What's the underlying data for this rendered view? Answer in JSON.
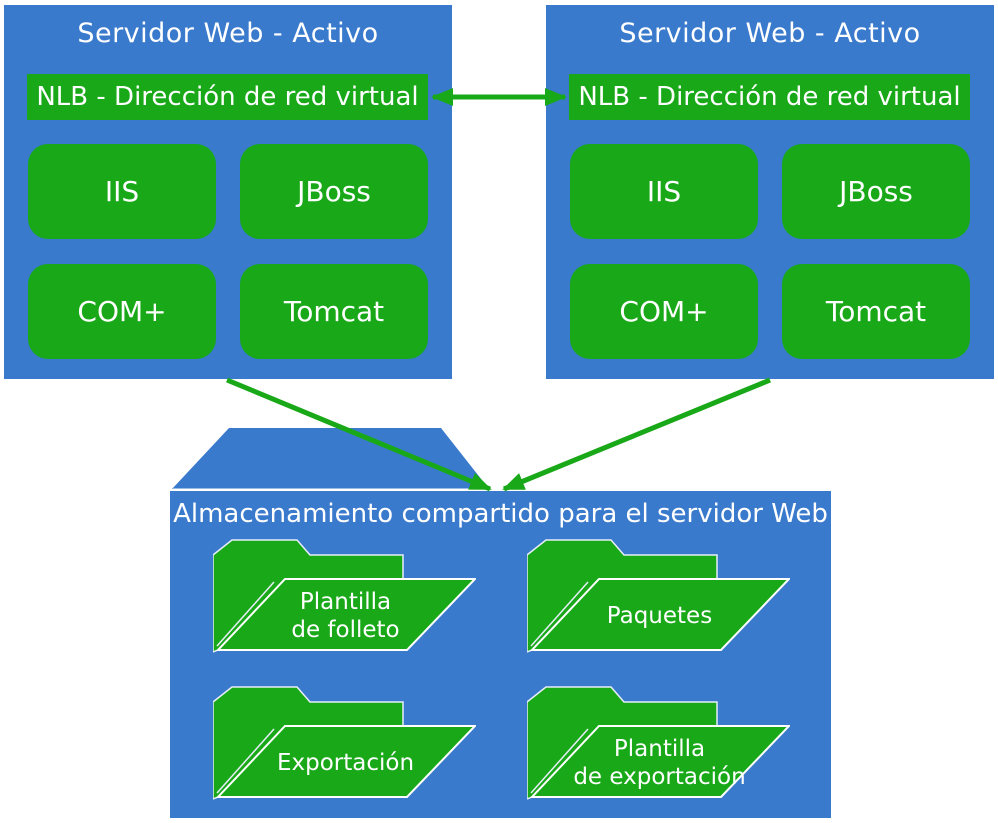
{
  "colors": {
    "green": "#18A818",
    "blue": "#3A7ACD",
    "text": "#FFFFFF"
  },
  "servers": [
    {
      "title": "Servidor Web - Activo",
      "nlb_label": "NLB - Dirección de red virtual",
      "components": [
        "IIS",
        "JBoss",
        "COM+",
        "Tomcat"
      ]
    },
    {
      "title": "Servidor Web - Activo",
      "nlb_label": "NLB - Dirección de red virtual",
      "components": [
        "IIS",
        "JBoss",
        "COM+",
        "Tomcat"
      ]
    }
  ],
  "storage": {
    "title": "Almacenamiento compartido para el servidor Web",
    "folders": [
      {
        "icon": "open-folder-icon",
        "lines": [
          "Plantilla",
          "de folleto"
        ]
      },
      {
        "icon": "open-folder-icon",
        "lines": [
          "Paquetes"
        ]
      },
      {
        "icon": "open-folder-icon",
        "lines": [
          "Exportación"
        ]
      },
      {
        "icon": "open-folder-icon",
        "lines": [
          "Plantilla",
          "de exportación"
        ]
      }
    ]
  },
  "connections": [
    {
      "name": "nlb-sync-arrow",
      "type": "double-headed",
      "from": "left NLB bar",
      "to": "right NLB bar"
    },
    {
      "name": "left-server-to-storage-arrow",
      "type": "single-headed",
      "from": "left server bottom",
      "to": "storage top"
    },
    {
      "name": "right-server-to-storage-arrow",
      "type": "single-headed",
      "from": "right server bottom",
      "to": "storage top"
    }
  ]
}
